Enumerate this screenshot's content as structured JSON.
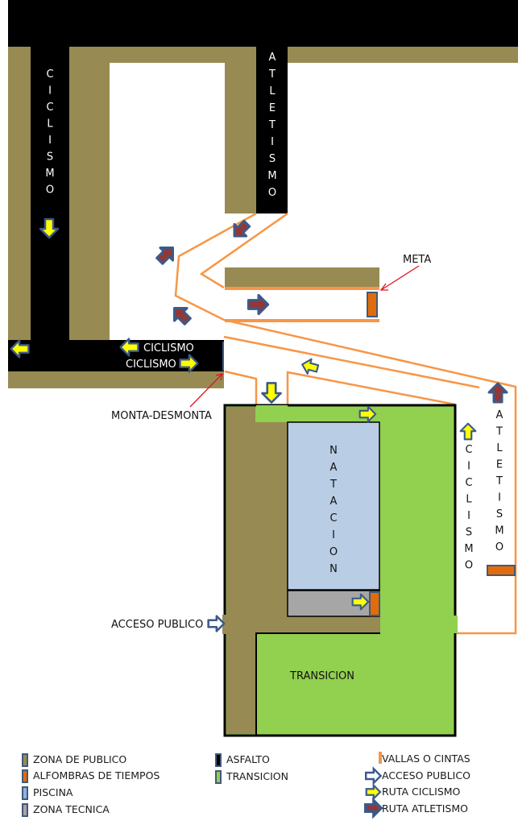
{
  "title": "Plano de circuito de triatlon",
  "colors": {
    "zona_publico": "#978b53",
    "asfalto": "#000000",
    "transicion": "#92d050",
    "piscina": "#b9cde5",
    "zona_tecnica": "#a6a6a6",
    "alfombras": "#e36c0a",
    "vallas": "#f79646",
    "arrow_outline": "#3b5a8a",
    "ruta_ciclismo": "#ffff00",
    "ruta_atletismo": "#953735",
    "callout": "#e0141e"
  },
  "map_labels": {
    "ciclismo_vertical": "CICLISMO",
    "atletismo_vertical_top": "ATLETISMO",
    "ciclismo_horizontal_1": "CICLISMO",
    "ciclismo_horizontal_2": "CICLISMO",
    "meta": "META",
    "monta_desmonta": "MONTA-DESMONTA",
    "natacion": "NATACION",
    "ciclismo_vertical_right": "CICLISMO",
    "atletismo_vertical_right": "ATLETISMO",
    "acceso_publico": "ACCESO PUBLICO",
    "transicion": "TRANSICION"
  },
  "legend": {
    "zones": [
      {
        "label": "ZONA DE PUBLICO",
        "color_key": "zona_publico"
      },
      {
        "label": "ALFOMBRAS DE TIEMPOS",
        "color_key": "alfombras"
      },
      {
        "label": "PISCINA",
        "color_key": "piscina"
      },
      {
        "label": "ZONA TECNICA",
        "color_key": "zona_tecnica"
      }
    ],
    "surfaces": [
      {
        "label": "ASFALTO",
        "color_key": "asfalto"
      },
      {
        "label": "TRANSICION",
        "color_key": "transicion"
      }
    ],
    "symbols": [
      {
        "label": "VALLAS O CINTAS",
        "icon": "fence-line-icon"
      },
      {
        "label": "ACCESO PUBLICO",
        "icon": "public-access-arrow-icon"
      },
      {
        "label": "RUTA CICLISMO",
        "icon": "cycling-route-arrow-icon"
      },
      {
        "label": "RUTA ATLETISMO",
        "icon": "running-route-arrow-icon"
      }
    ]
  }
}
